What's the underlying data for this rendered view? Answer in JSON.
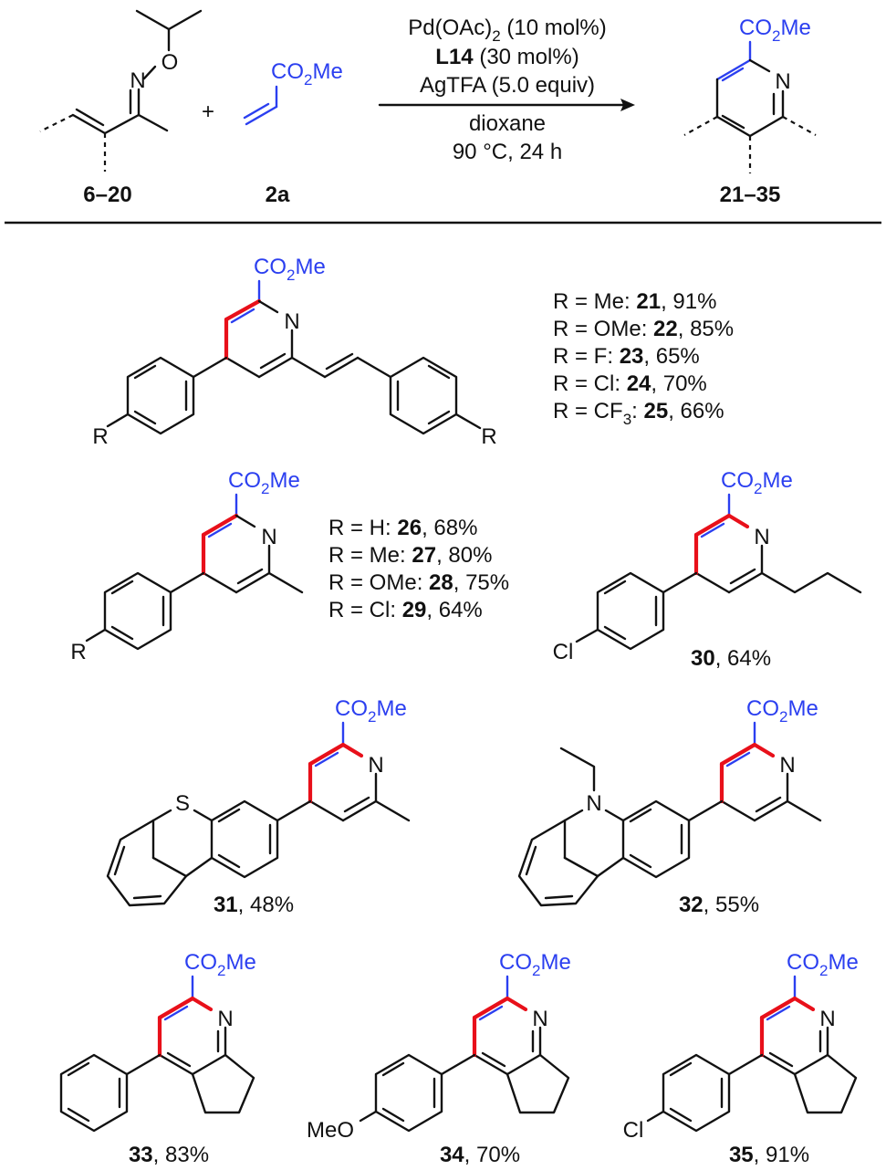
{
  "reaction": {
    "reagent1": "Pd(OAc)",
    "reagent1_sub": "2",
    "reagent1_rest": " (10 mol%)",
    "reagent2_bold": "L14",
    "reagent2_rest": " (30 mol%)",
    "reagent3": "AgTFA (5.0 equiv)",
    "solvent": "dioxane",
    "conditions": "90 °C, 24 h",
    "plus": "+",
    "sm_label": "6–20",
    "sm2_label": "2a",
    "prod_label": "21–35"
  },
  "atoms": {
    "co2me_a": "CO",
    "co2me_sub": "2",
    "co2me_b": "Me",
    "N": "N",
    "O": "O",
    "R": "R",
    "S": "S",
    "Cl": "Cl",
    "MeO": "MeO"
  },
  "series_a": [
    {
      "r": "R = Me: ",
      "num": "21",
      "y": ", 91%"
    },
    {
      "r": "R = OMe: ",
      "num": "22",
      "y": ", 85%"
    },
    {
      "r": "R = F: ",
      "num": "23",
      "y": ", 65%"
    },
    {
      "r": "R = Cl: ",
      "num": "24",
      "y": ", 70%"
    },
    {
      "r": "R = CF",
      "sub": "3",
      "r2": ": ",
      "num": "25",
      "y": ", 66%"
    }
  ],
  "series_b": [
    {
      "r": "R = H: ",
      "num": "26",
      "y": ", 68%"
    },
    {
      "r": "R = Me: ",
      "num": "27",
      "y": ", 80%"
    },
    {
      "r": "R = OMe: ",
      "num": "28",
      "y": ", 75%"
    },
    {
      "r": "R = Cl: ",
      "num": "29",
      "y": ", 64%"
    }
  ],
  "compounds": {
    "c30": {
      "num": "30",
      "y": ", 64%"
    },
    "c31": {
      "num": "31",
      "y": ", 48%"
    },
    "c32": {
      "num": "32",
      "y": ", 55%"
    },
    "c33": {
      "num": "33",
      "y": ", 83%"
    },
    "c34": {
      "num": "34",
      "y": ", 70%"
    },
    "c35": {
      "num": "35",
      "y": ", 91%"
    }
  }
}
